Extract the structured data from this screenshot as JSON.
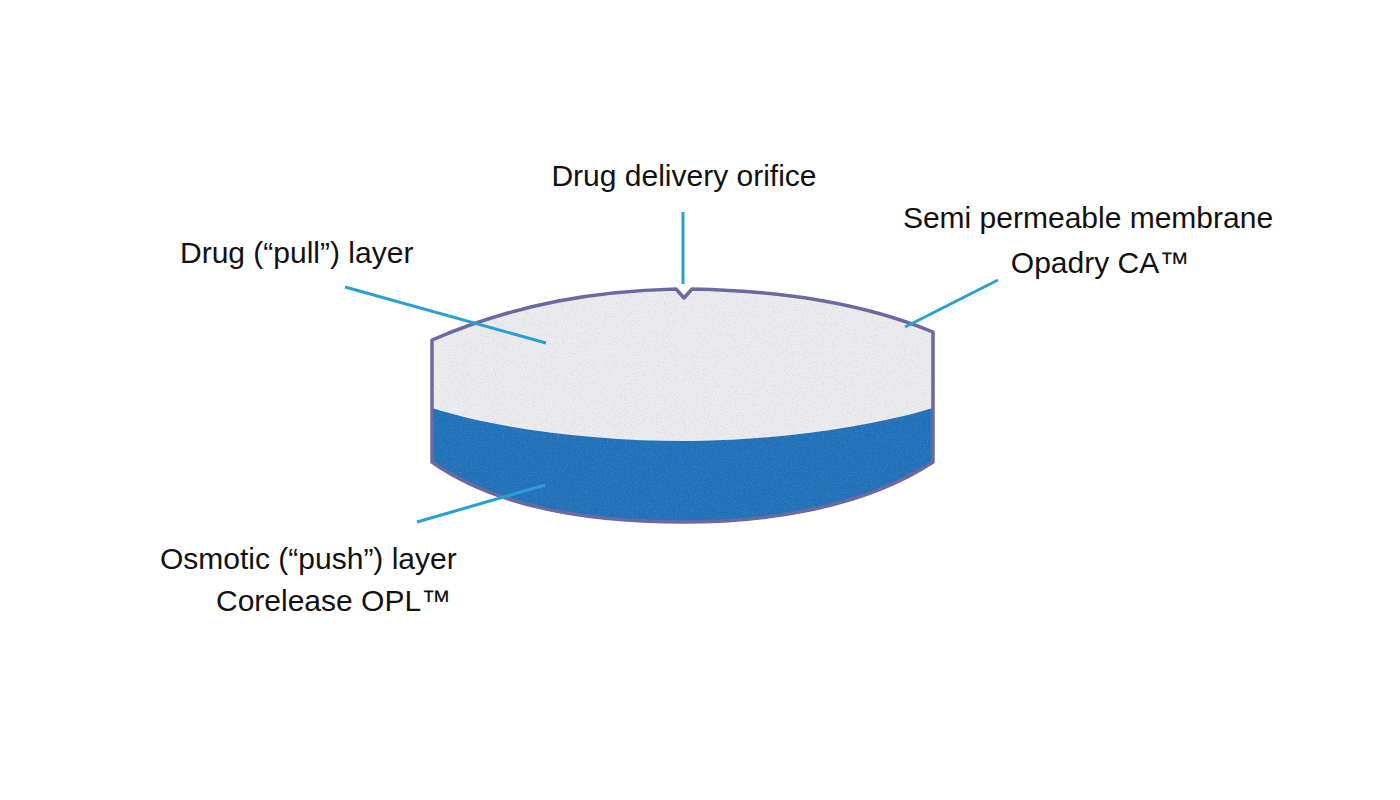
{
  "diagram": {
    "labels": [
      "Drug delivery orifice",
      "Drug (“pull”) layer",
      "Semi permeable membrane",
      "Opadry CA™",
      "Osmotic (“push”) layer",
      "Corelease OPL™"
    ]
  }
}
